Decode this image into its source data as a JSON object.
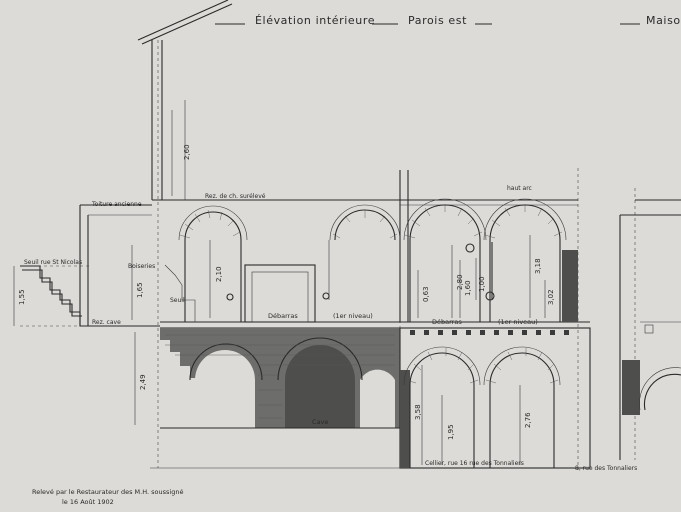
{
  "title": {
    "left": "Élévation intérieure",
    "right": "Parois est",
    "edge": "Maison"
  },
  "labels": {
    "rue": "Seuil rue St Nicolas",
    "rez_surelevee": "Rez. de ch. surélevé",
    "debarras_1": "Débarras",
    "niveau_1": "(1er niveau)",
    "debarras_2": "Débarras",
    "niveau_2": "(1er niveau)",
    "cave": "Cave",
    "cellier": "Cellier, rue 16 rue des Tonnaliers",
    "tonnaliers": "8, rue des Tonnaliers",
    "toiture": "Toiture ancienne",
    "haut_arc": "haut arc",
    "boiserie": "Boiseries",
    "rez_cave": "Rez. cave",
    "seuil": "Seuil"
  },
  "dimensions": {
    "d_2_60": "2,60",
    "d_1_55": "1,55",
    "d_1_65": "1,65",
    "d_2_49": "2,49",
    "d_2_10": "2,10",
    "d_3_18": "3,18",
    "d_3_02": "3,02",
    "d_1_95": "1,95",
    "d_2_76": "2,76",
    "d_3_58": "3,58",
    "d_2_80": "2,80",
    "d_1_60": "1,60",
    "d_1_00": "1,00",
    "d_0_63": "0,63"
  },
  "credit": {
    "line1": "Relevé par le Restaurateur des M.H. soussigné",
    "line2": "le 16 Août 1902"
  }
}
